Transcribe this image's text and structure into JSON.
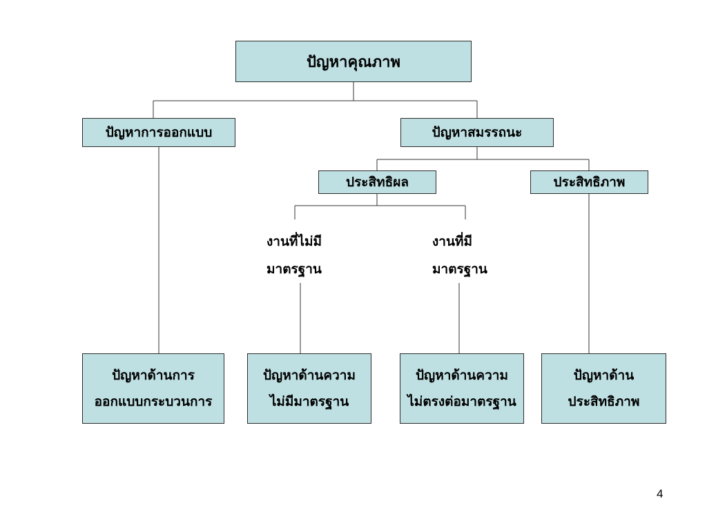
{
  "diagram": {
    "root": {
      "label": "ปัญหาคุณภาพ"
    },
    "design": {
      "label": "ปัญหาการออกแบบ"
    },
    "capability": {
      "label": "ปัญหาสมรรถนะ"
    },
    "effectiveness": {
      "label": "ประสิทธิผล"
    },
    "efficiency": {
      "label": "ประสิทธิภาพ"
    },
    "no_standard_work": {
      "line1": "งานที่ไม่มี",
      "line2": "มาตรฐาน"
    },
    "standard_work": {
      "line1": "งานที่มี",
      "line2": "มาตรฐาน"
    },
    "leaves": [
      {
        "line1": "ปัญหาด้านการ",
        "line2": "ออกแบบกระบวนการ"
      },
      {
        "line1": "ปัญหาด้านความ",
        "line2": "ไม่มีมาตรฐาน"
      },
      {
        "line1": "ปัญหาด้านความ",
        "line2": "ไม่ตรงต่อมาตรฐาน"
      },
      {
        "line1": "ปัญหาด้าน",
        "line2": "ประสิทธิภาพ"
      }
    ]
  },
  "page_number": "4"
}
